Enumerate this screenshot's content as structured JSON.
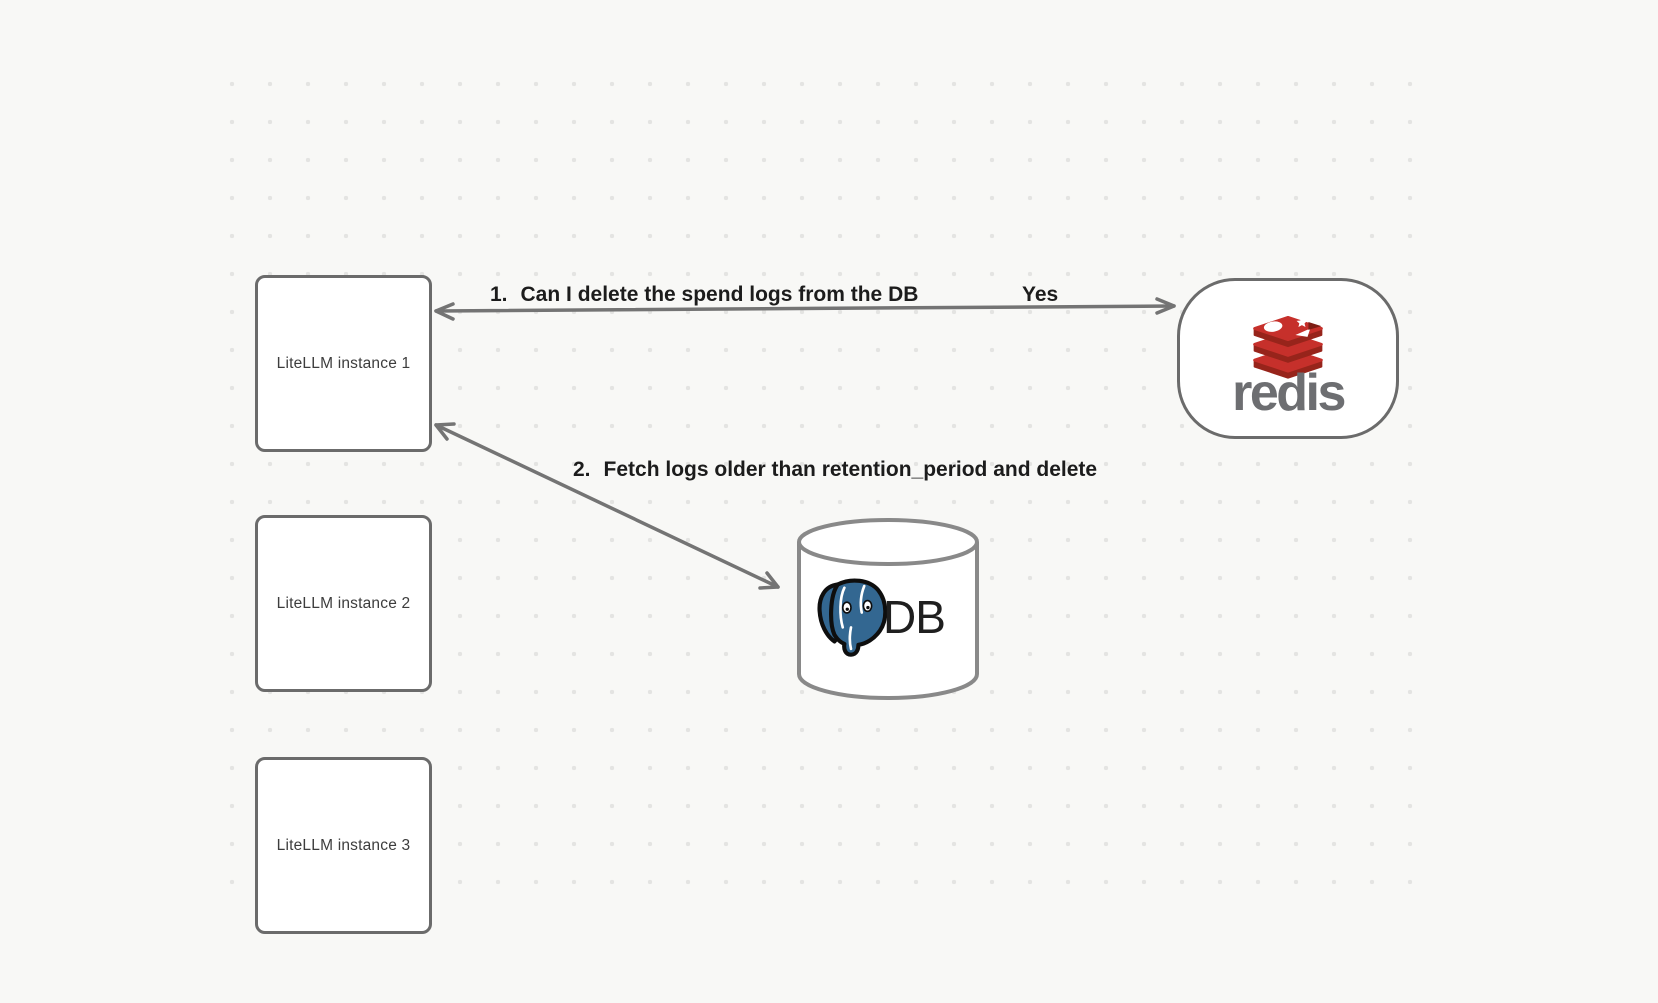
{
  "background": {
    "color": "#f8f8f6",
    "dot_color": "#e4e4e2"
  },
  "instances": [
    {
      "label": "LiteLLM instance 1"
    },
    {
      "label": "LiteLLM instance 2"
    },
    {
      "label": "LiteLLM instance 3"
    }
  ],
  "redis_node": {
    "wordmark": "redis",
    "logo_red": "#c6302b",
    "logo_dark_red": "#97241b",
    "wordmark_color": "#6d6e71"
  },
  "db_node": {
    "label": "DB",
    "elephant_blue": "#336791"
  },
  "arrows": [
    {
      "prefix": "1.",
      "label": "Can I delete the spend logs from the DB",
      "response": "Yes",
      "direction": "double"
    },
    {
      "prefix": "2.",
      "label": "Fetch logs older than retention_period and delete",
      "direction": "double"
    }
  ]
}
